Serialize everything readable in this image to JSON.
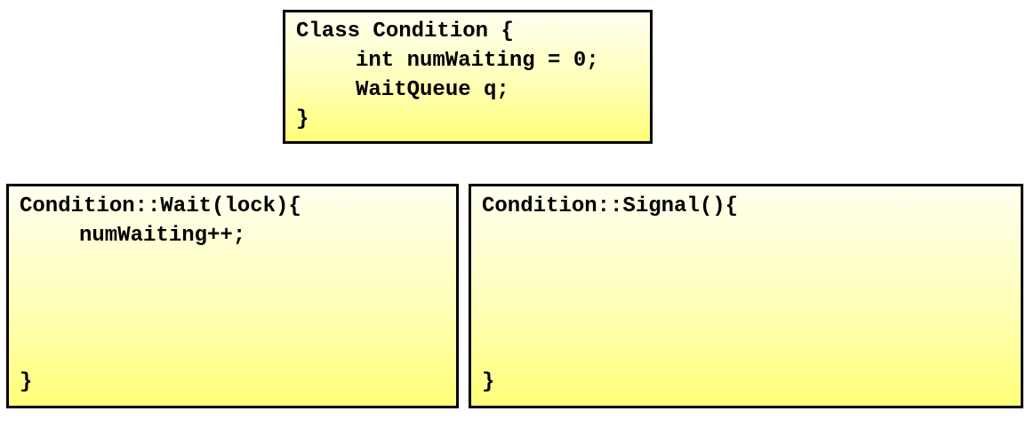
{
  "class_box": {
    "lines": [
      "Class Condition {",
      "int numWaiting = 0;",
      "WaitQueue q;",
      "}"
    ]
  },
  "wait_box": {
    "header": "Condition::Wait(lock){",
    "body": "numWaiting++;",
    "closing": "}"
  },
  "signal_box": {
    "header": "Condition::Signal(){",
    "closing": "}"
  }
}
